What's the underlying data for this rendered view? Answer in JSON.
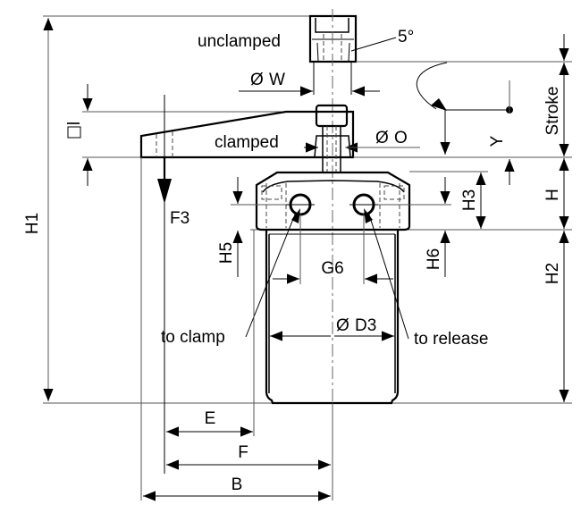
{
  "title": "Hydraulic swing clamp – dimension drawing",
  "labels": {
    "unclamped": "unclamped",
    "clamped": "clamped",
    "angle": "5°",
    "dia_w": "W",
    "dia_o": "O",
    "stroke": "Stroke",
    "y": "Y",
    "h": "H",
    "h1": "H1",
    "h2": "H2",
    "h3": "H3",
    "h5": "H5",
    "h6": "H6",
    "square_l": "l",
    "f3": "F3",
    "g6": "G6",
    "dia_d3": "D3",
    "to_clamp": "to clamp",
    "to_release": "to release",
    "e": "E",
    "f": "F",
    "b": "B"
  },
  "symbols": {
    "diameter": "Ø",
    "square": "□"
  },
  "colors": {
    "line": "#000000",
    "dimension_line": "#555555",
    "background": "#ffffff"
  }
}
